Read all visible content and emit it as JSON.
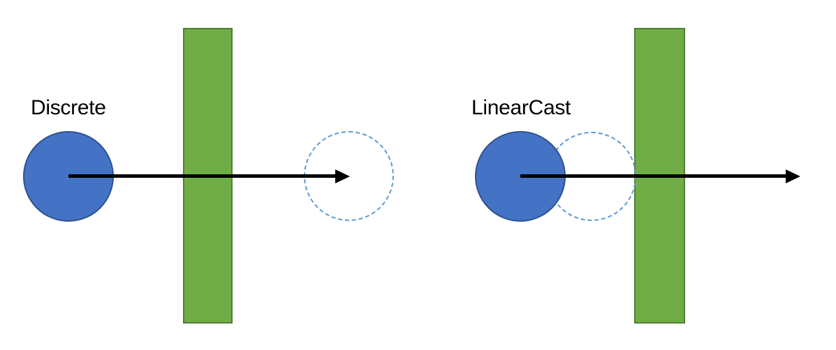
{
  "diagram": {
    "panels": [
      {
        "id": "discrete",
        "label": "Discrete"
      },
      {
        "id": "linearcast",
        "label": "LinearCast"
      }
    ],
    "colors": {
      "circle_fill": "#4472C4",
      "circle_border": "#2F528F",
      "wall_fill": "#70AD47",
      "wall_border": "#507E32",
      "ghost_stroke": "#5B9BD5",
      "arrow": "#000000",
      "background": "#FFFFFF",
      "label_text": "#000000"
    }
  }
}
